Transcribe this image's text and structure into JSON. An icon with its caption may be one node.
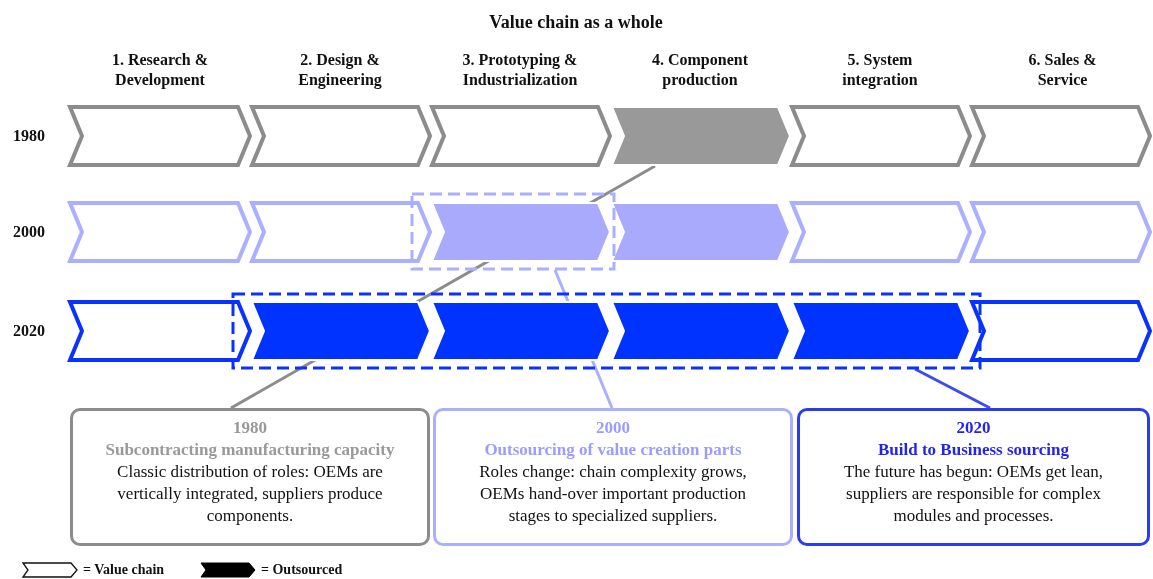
{
  "diagram": {
    "title": "Value chain as a whole",
    "nodes": [
      {
        "text": [],
        "shape": "chevron"
      },
      {
        "text": [],
        "shape": "box"
      },
      {
        "text": [],
        "shape": "box"
      },
      {
        "text": [
          "1980",
          "Subcontracting manufacturing capacity",
          "Classic distribution of roles: OEMs are vertically integrated, suppliers produce components."
        ]
      },
      {
        "text": [
          "2000",
          "Outsourcing of value creation parts",
          "Roles change: chain complexity grows, OEMs hand-over important production stages to specialized suppliers."
        ]
      },
      {
        "text": [
          "2020",
          "Build to Business sourcing",
          "The future has begun: OEMs get lean, suppliers are responsible for complex modules and processes."
        ]
      }
    ],
    "edges": [
      {
        "from": 3,
        "to": 0,
        "arrow": "none"
      },
      {
        "from": 4,
        "to": 1,
        "arrow": "none",
        "color": "#aab0ff"
      },
      {
        "from": 5,
        "to": 2,
        "arrow": "none",
        "color": "#3c4cf0"
      }
    ],
    "labels": [
      "1. Research & Development",
      "2. Design & Engineering",
      "3. Prototyping & Industrialization",
      "4. Component production",
      "5. System integration",
      "6. Sales & Service",
      "1980",
      "2000",
      "2020"
    ],
    "legend": [
      {
        "text": "= Value chain"
      },
      {
        "text": "= Outsourced",
        "color": "#000000"
      }
    ]
  }
}
